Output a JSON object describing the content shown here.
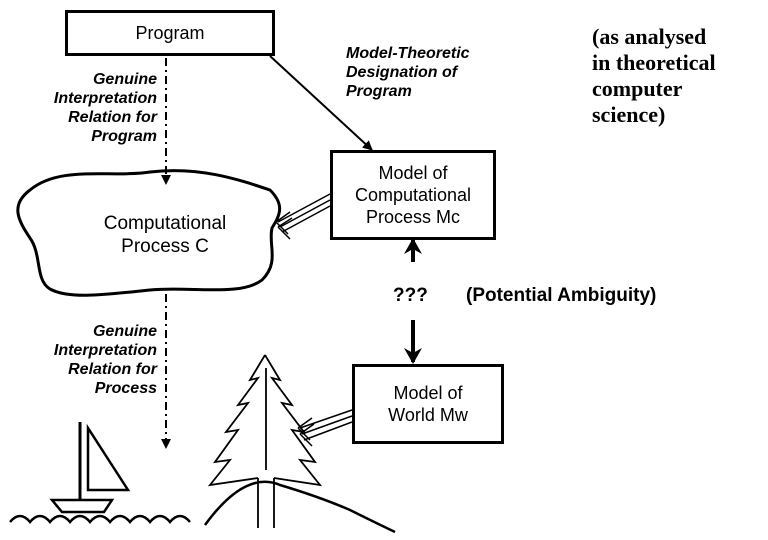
{
  "nodes": {
    "program": "Program",
    "model_mc": [
      "Model of",
      "Computational",
      "Process Mc"
    ],
    "process_c": [
      "Computational",
      "Process C"
    ],
    "model_mw": [
      "Model of",
      "World Mw"
    ]
  },
  "labels": {
    "model_theoretic": [
      "Model-Theoretic",
      "Designation of",
      "Program"
    ],
    "genuine_program": [
      "Genuine",
      "Interpretation",
      "Relation for",
      "Program"
    ],
    "genuine_process": [
      "Genuine",
      "Interpretation",
      "Relation for",
      "Process"
    ],
    "ambiguity_marks": "???",
    "ambiguity_label": "(Potential Ambiguity)"
  },
  "note": [
    "(as analysed",
    "in theoretical",
    "computer",
    "science)"
  ]
}
